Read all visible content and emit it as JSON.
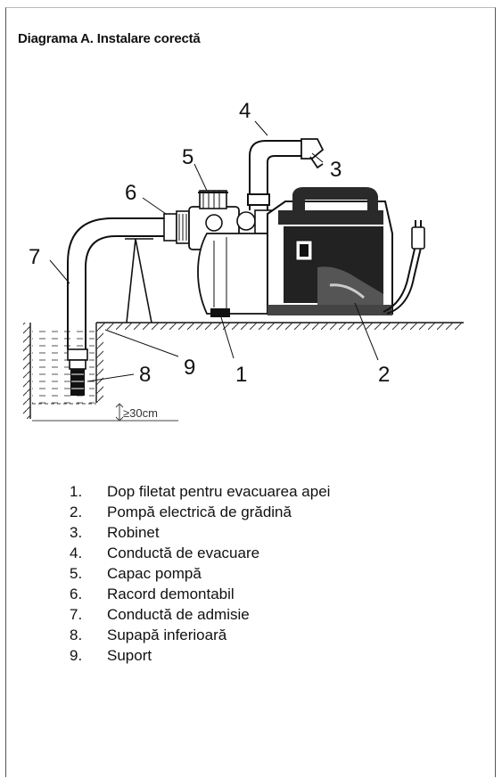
{
  "title": "Diagrama A. Instalare corectă",
  "callouts": [
    "1",
    "2",
    "3",
    "4",
    "5",
    "6",
    "7",
    "8",
    "9"
  ],
  "depth_label": "≥30cm",
  "legend": [
    {
      "num": "1.",
      "text": "Dop filetat pentru evacuarea apei"
    },
    {
      "num": "2.",
      "text": "Pompă electrică de grădină"
    },
    {
      "num": "3.",
      "text": "Robinet"
    },
    {
      "num": "4.",
      "text": "Conductă de evacuare"
    },
    {
      "num": "5.",
      "text": "Capac pompă"
    },
    {
      "num": "6.",
      "text": "Racord demontabil"
    },
    {
      "num": "7.",
      "text": "Conductă de admisie"
    },
    {
      "num": "8.",
      "text": "Supapă inferioară"
    },
    {
      "num": "9.",
      "text": "Suport"
    }
  ]
}
